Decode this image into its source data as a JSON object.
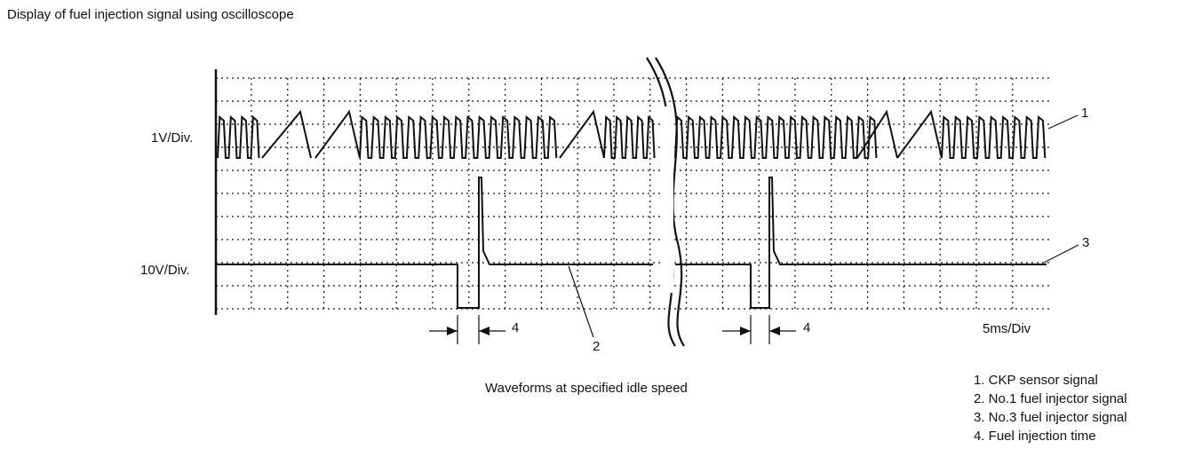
{
  "title": "Display of fuel injection signal using oscilloscope",
  "scales": {
    "channel_1": "1V/Div.",
    "channel_2": "10V/Div.",
    "timebase": "5ms/Div"
  },
  "caption": "Waveforms at specified idle speed",
  "callouts": {
    "ckp": "1",
    "injector_1": "2",
    "injector_3": "3",
    "injection_time_a": "4",
    "injection_time_b": "4"
  },
  "legend": [
    "1.  CKP sensor signal",
    "2.  No.1 fuel injector signal",
    "3.  No.3 fuel injector signal",
    "4.  Fuel injection time"
  ],
  "colors": {
    "ink": "#111111",
    "background": "#ffffff"
  }
}
